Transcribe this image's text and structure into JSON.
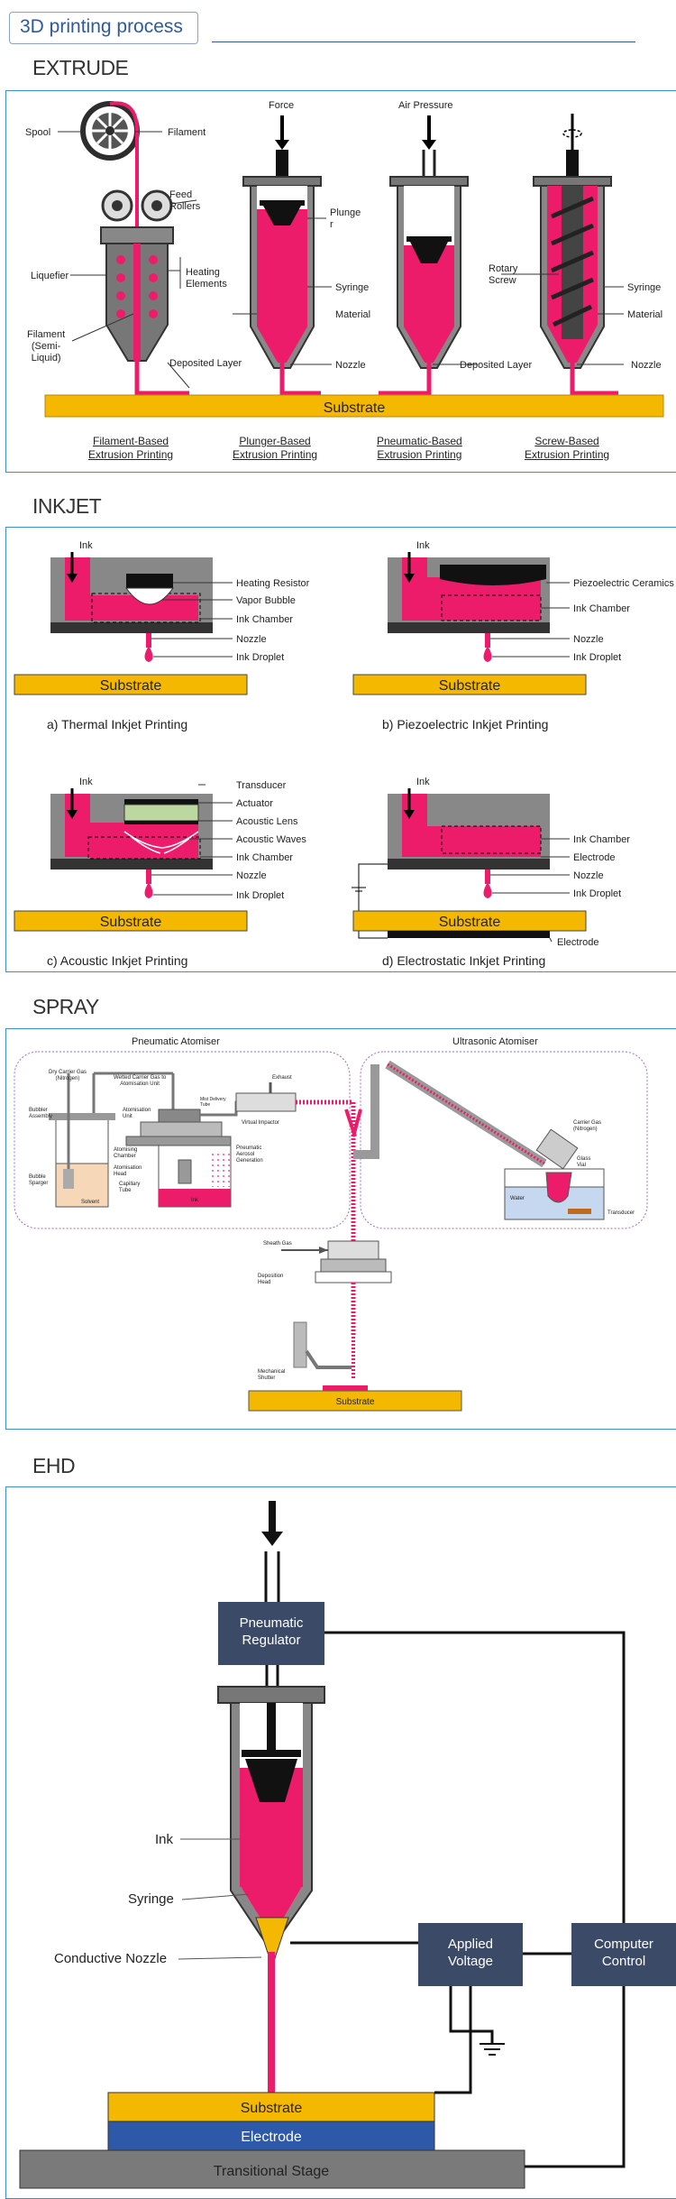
{
  "title": "3D printing process",
  "colors": {
    "ink": "#ec1c6b",
    "substrate": "#f5b800",
    "frame": "#3b8ed1",
    "gray": "#6d6d6d",
    "dark": "#2d2d2d",
    "navy": "#3b4a66",
    "electrode": "#2e58a8"
  },
  "extrude": {
    "heading": "EXTRUDE",
    "labels": {
      "spool": "Spool",
      "filament": "Filament",
      "feed_rollers": "Feed\nRollers",
      "liquefier": "Liquefier",
      "heating_elements": "Heating\nElements",
      "filament_semi": "Filament\n(Semi-\nLiquid)",
      "deposited_layer": "Deposited Layer",
      "force": "Force",
      "plunger": "Plunge\nr",
      "syringe": "Syringe",
      "material": "Material",
      "nozzle": "Nozzle",
      "air_pressure": "Air Pressure",
      "deposited_layer2": "Deposited Layer",
      "rotary_screw": "Rotary\nScrew",
      "syringe2": "Syringe",
      "material2": "Material",
      "nozzle2": "Nozzle"
    },
    "substrate": "Substrate",
    "captions": [
      "Filament-Based\nExtrusion Printing",
      "Plunger-Based\nExtrusion Printing",
      "Pneumatic-Based\nExtrusion Printing",
      "Screw-Based\nExtrusion Printing"
    ]
  },
  "inkjet": {
    "heading": "INKJET",
    "substrate": "Substrate",
    "thermal": {
      "ink": "Ink",
      "labels": [
        "Heating Resistor",
        "Vapor Bubble",
        "Ink Chamber",
        "Nozzle",
        "Ink Droplet"
      ],
      "caption": "a) Thermal Inkjet Printing"
    },
    "piezo": {
      "ink": "Ink",
      "labels": [
        "Piezoelectric Ceramics",
        "Ink Chamber",
        "Nozzle",
        "Ink Droplet"
      ],
      "caption": "b)  Piezoelectric Inkjet Printing"
    },
    "acoustic": {
      "ink": "Ink",
      "labels": [
        "Transducer",
        "Actuator",
        "Acoustic Lens",
        "Acoustic Waves",
        "Ink Chamber",
        "Nozzle",
        "Ink Droplet"
      ],
      "caption": "c)  Acoustic Inkjet Printing"
    },
    "electro": {
      "ink": "Ink",
      "labels": [
        "Ink Chamber",
        "Electrode",
        "Nozzle",
        "Ink Droplet",
        "Electrode"
      ],
      "caption": "d) Electrostatic Inkjet Printing"
    }
  },
  "spray": {
    "heading": "SPRAY",
    "pneumatic_title": "Pneumatic Atomiser",
    "ultrasonic_title": "Ultrasonic Atomiser",
    "labels": {
      "dry_gas": "Dry Carrier Gas\n(Nitrogen)",
      "wetted_gas": "Wetted Carrier Gas to\nAtomisation Unit",
      "bubbler": "Bubbler\nAssembly",
      "atomisation_unit": "Atomisation\nUnit",
      "mist_tube": "Mist Delivery\nTube",
      "exhaust": "Exhaust",
      "virtual_impactor": "Virtual Impactor",
      "atomising_chamber": "Atomising\nChamber",
      "atomisation_head": "Atomisation\nHead",
      "capillary": "Capillary\nTube",
      "aerosol": "Pneumatic\nAerosol\nGeneration",
      "bubble_sparger": "Bubble\nSparger",
      "solvent": "Solvent",
      "ink": "Ink",
      "carrier_gas": "Carrier Gas\n(Nitrogen)",
      "glass_vial": "Glass\nVial",
      "water": "Water",
      "transducer": "Transducer",
      "sheath_gas": "Sheath Gas",
      "deposition_head": "Deposition\nHead",
      "shutter": "Mechanical\nShutter"
    },
    "substrate": "Substrate"
  },
  "ehd": {
    "heading": "EHD",
    "pneumatic": "Pneumatic\nRegulator",
    "ink": "Ink",
    "syringe": "Syringe",
    "nozzle": "Conductive Nozzle",
    "voltage": "Applied\nVoltage",
    "computer": "Computer\nControl",
    "substrate": "Substrate",
    "electrode": "Electrode",
    "stage": "Transitional Stage"
  }
}
